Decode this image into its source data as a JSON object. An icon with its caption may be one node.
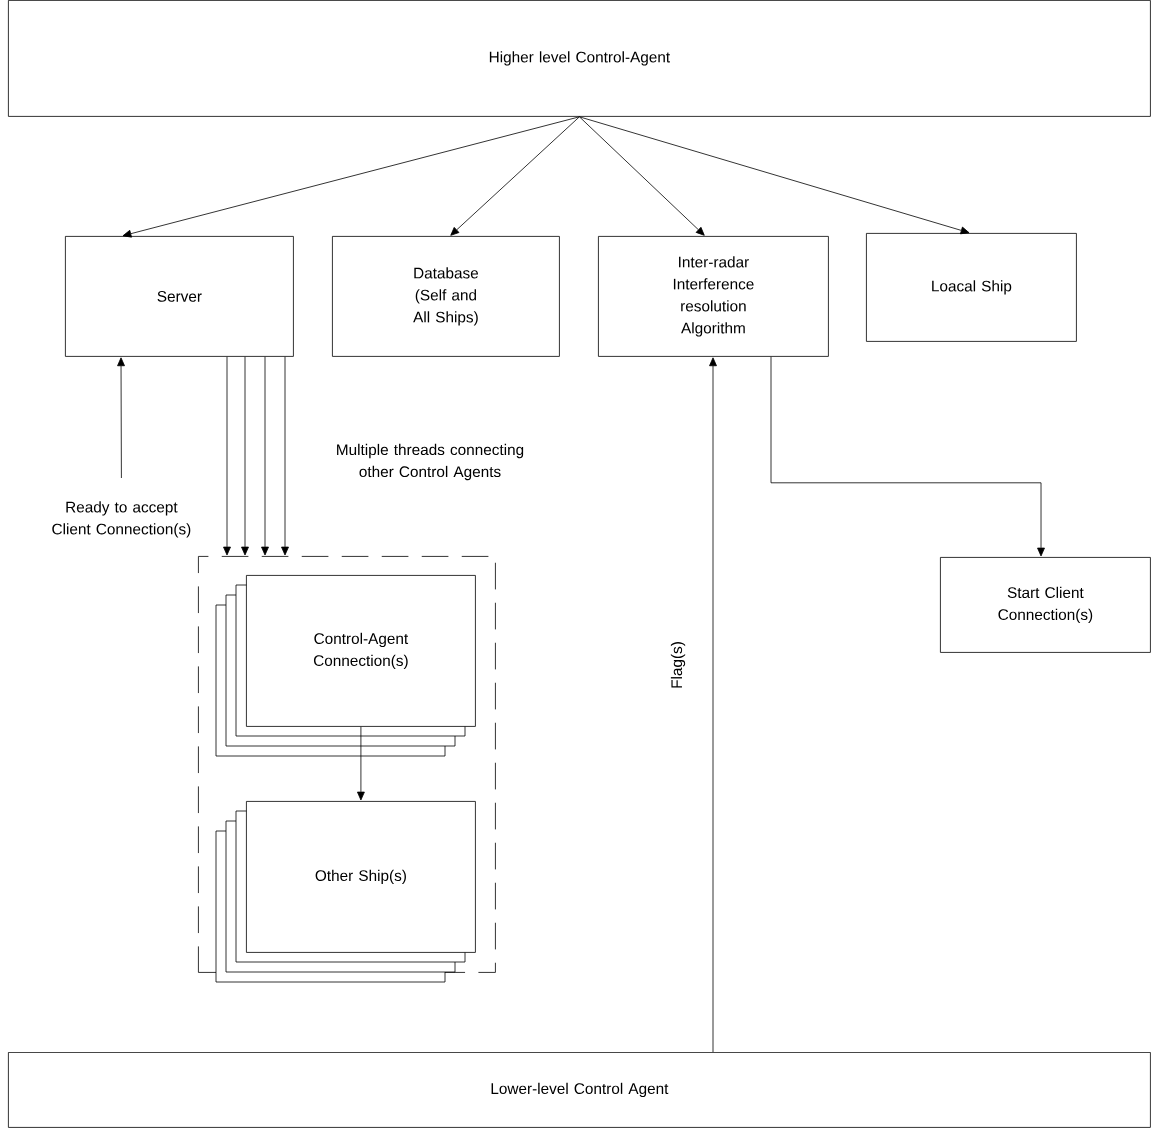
{
  "diagram": {
    "nodes": [
      {
        "text": [
          "Higher level Control-Agent"
        ]
      },
      {
        "text": [
          "Server"
        ]
      },
      {
        "text": [
          "Database (Self and All Ships)"
        ]
      },
      {
        "text": [
          "Inter-radar Interference resolution Algorithm"
        ]
      },
      {
        "text": [
          "Loacal Ship"
        ]
      },
      {
        "text": [
          "Ready to accept Client Connection(s)"
        ]
      },
      {
        "text": [],
        "shape": "box"
      },
      {
        "text": [
          "Control-Agent Connection(s)"
        ],
        "in": 6
      },
      {
        "text": [
          "Other Ship(s)"
        ],
        "in": 6
      },
      {
        "text": [
          "Start Client Connection(s)"
        ]
      },
      {
        "text": [
          "Lower-level Control Agent"
        ]
      }
    ],
    "edges": [
      {
        "from": 0,
        "to": 1,
        "arrow": "to"
      },
      {
        "from": 0,
        "to": 2,
        "arrow": "to"
      },
      {
        "from": 0,
        "to": 3,
        "arrow": "to"
      },
      {
        "from": 0,
        "to": 4,
        "arrow": "to"
      },
      {
        "from": 5,
        "to": 1,
        "arrow": "to"
      },
      {
        "from": 1,
        "to": 6,
        "arrow": "to"
      },
      {
        "from": 1,
        "to": 6,
        "arrow": "to"
      },
      {
        "from": 1,
        "to": 6,
        "arrow": "to"
      },
      {
        "from": 1,
        "to": 6,
        "arrow": "to"
      },
      {
        "from": 7,
        "to": 8,
        "arrow": "to"
      },
      {
        "from": 3,
        "to": 9,
        "arrow": "to"
      },
      {
        "from": 10,
        "to": 3,
        "arrow": "to",
        "label": "Flag(s)"
      }
    ],
    "labels": [
      "Multiple threads connecting other Control Agents"
    ]
  }
}
